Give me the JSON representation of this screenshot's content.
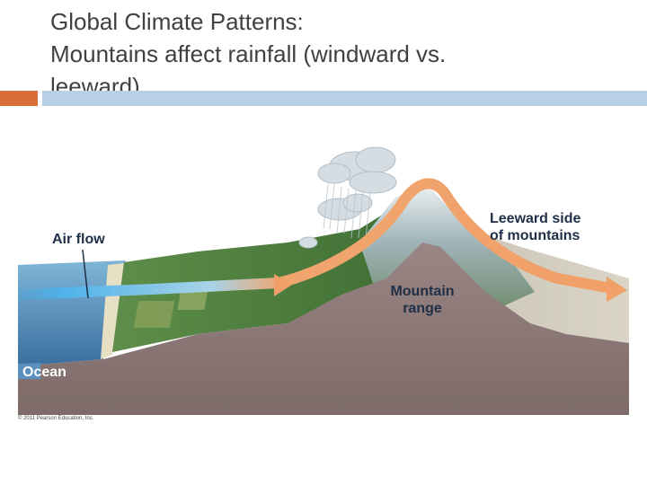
{
  "slide": {
    "title_lines": [
      "Global Climate Patterns:",
      "Mountains affect rainfall (windward vs.",
      "leeward)"
    ]
  },
  "diagram": {
    "labels": {
      "air_flow": "Air flow",
      "leeward_line1": "Leeward side",
      "leeward_line2": "of mountains",
      "mountain_line1": "Mountain",
      "mountain_line2": "range",
      "ocean": "Ocean"
    },
    "credit": "© 2011 Pearson Education, Inc."
  },
  "colors": {
    "accent_orange": "#d86e3a",
    "accent_blue": "#b9cfe5",
    "title_text": "#404040",
    "label_text": "#1f2f48",
    "air_blue": "#5fb7e6",
    "air_orange": "#f0a068",
    "earth": "#8e7a78",
    "ocean": "#4f86b3",
    "forest": "#4a7a3a"
  }
}
